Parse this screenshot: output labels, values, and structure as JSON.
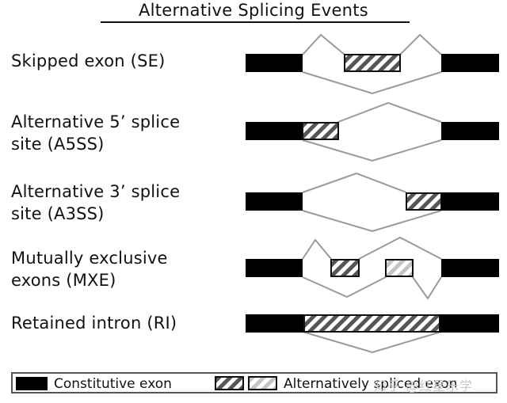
{
  "title": "Alternative Splicing Events",
  "events": [
    {
      "id": "se",
      "label_lines": [
        "Skipped exon (SE)"
      ]
    },
    {
      "id": "a5ss",
      "label_lines": [
        "Alternative 5’ splice",
        "site (A5SS)"
      ]
    },
    {
      "id": "a3ss",
      "label_lines": [
        "Alternative 3’ splice",
        "site (A3SS)"
      ]
    },
    {
      "id": "mxe",
      "label_lines": [
        "Mutually exclusive",
        "exons (MXE)"
      ]
    },
    {
      "id": "ri",
      "label_lines": [
        "Retained intron (RI)"
      ]
    }
  ],
  "legend": {
    "constitutive_label": "Constitutive exon",
    "alternative_label": "Alternatively spliced exon"
  },
  "watermark": "知乎 @红星乐学",
  "colors": {
    "constitutive_exon": "#000000",
    "splice_line": "#9a9a9a",
    "hatch_dark": "#555555",
    "hatch_light": "#c4c4c4"
  }
}
